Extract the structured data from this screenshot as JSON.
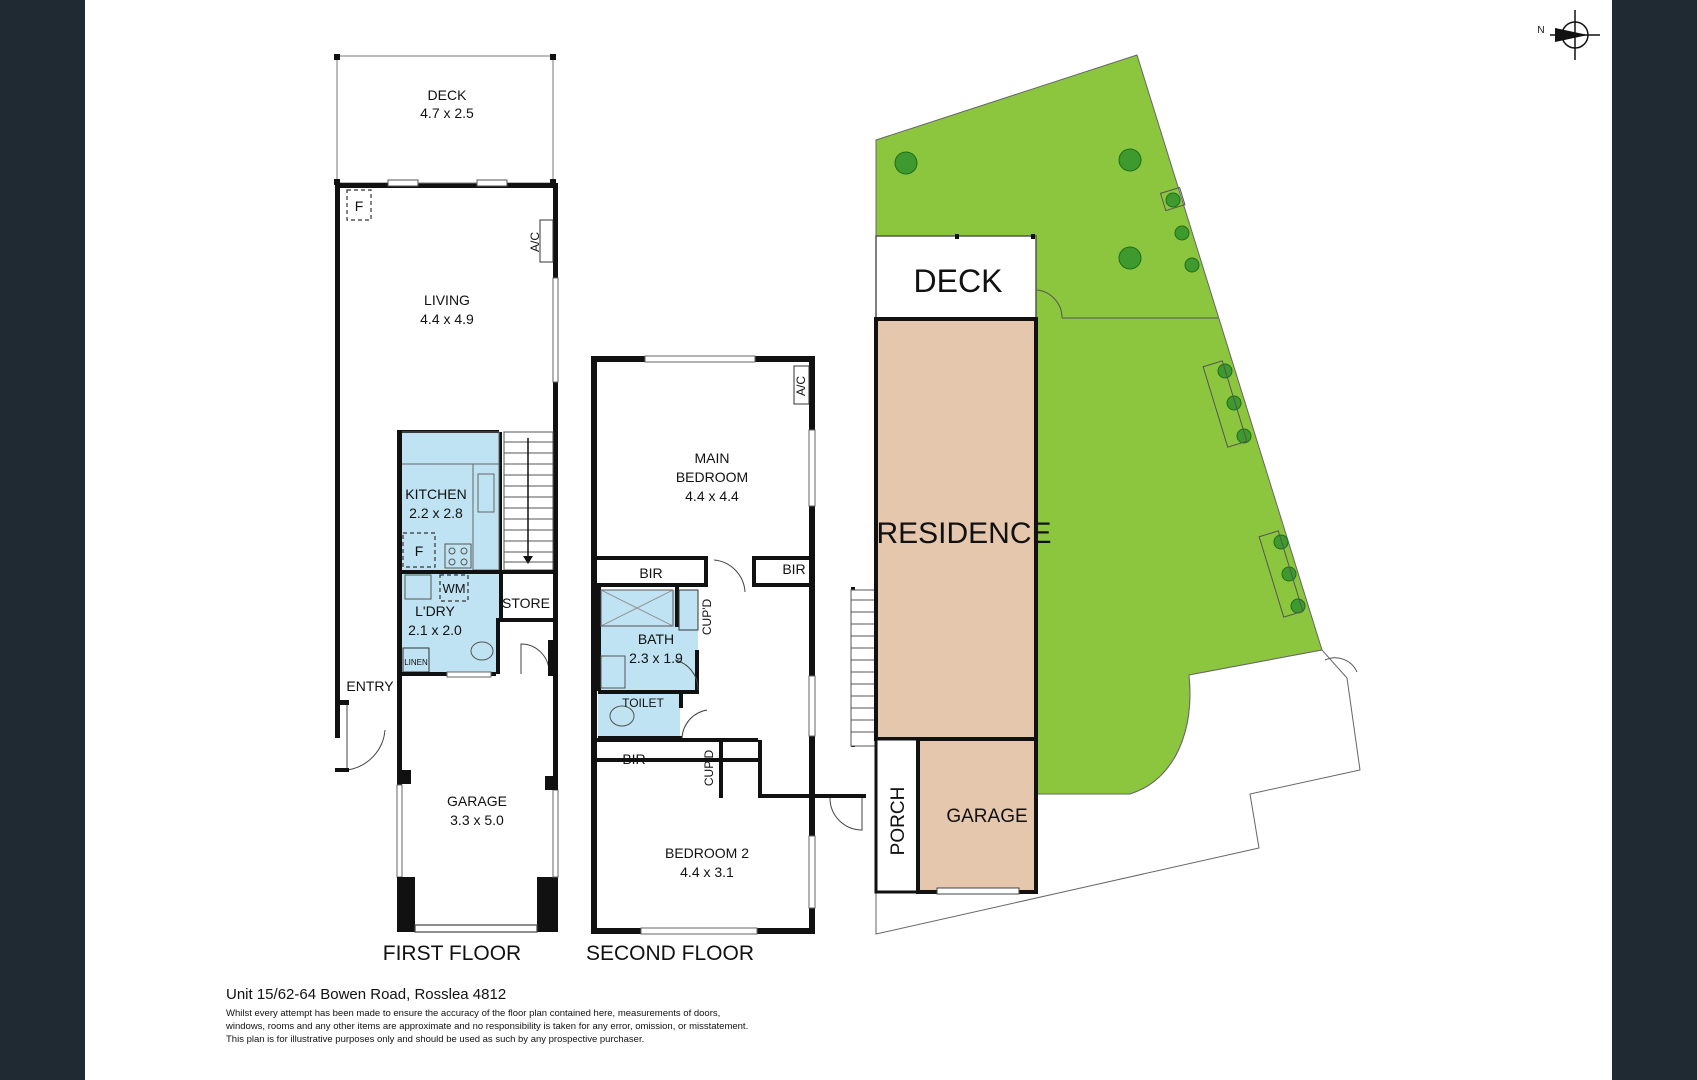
{
  "first_floor": {
    "title": "FIRST FLOOR",
    "rooms": {
      "deck": {
        "name": "DECK",
        "dims": "4.7 x 2.5"
      },
      "living": {
        "name": "LIVING",
        "dims": "4.4 x 4.9"
      },
      "kitchen": {
        "name": "KITCHEN",
        "dims": "2.2 x 2.8"
      },
      "laundry": {
        "name": "L'DRY",
        "dims": "2.1 x 2.0"
      },
      "garage": {
        "name": "GARAGE",
        "dims": "3.3 x 5.0"
      }
    },
    "labels": {
      "store": "STORE",
      "entry": "ENTRY",
      "linen": "LINEN",
      "wm": "WM",
      "fridge_1": "F",
      "fridge_2": "F",
      "ac": "A/C"
    }
  },
  "second_floor": {
    "title": "SECOND FLOOR",
    "rooms": {
      "main_bedroom": {
        "name_line1": "MAIN",
        "name_line2": "BEDROOM",
        "dims": "4.4 x 4.4"
      },
      "bath": {
        "name": "BATH",
        "dims": "2.3 x 1.9"
      },
      "bedroom2": {
        "name": "BEDROOM 2",
        "dims": "4.4 x 3.1"
      }
    },
    "labels": {
      "bir_1": "BIR",
      "bir_2": "BIR",
      "bir_3": "BIR",
      "cupd_1": "CUP'D",
      "cupd_2": "CUP'D",
      "toilet": "TOILET",
      "ac": "A/C"
    }
  },
  "site_plan": {
    "deck": "DECK",
    "residence": "RESIDENCE",
    "porch": "PORCH",
    "garage": "GARAGE",
    "north": "N"
  },
  "footer": {
    "address": "Unit 15/62-64 Bowen Road, Rosslea 4812",
    "disclaimer_lines": [
      "Whilst every attempt has been made to ensure the accuracy of the floor plan contained here, measurements of doors,",
      "windows, rooms and any other items are approximate and no responsibility is taken for any error, omission, or misstatement.",
      "This plan is for illustrative purposes only and should be used as such by any prospective purchaser."
    ]
  },
  "colors": {
    "wet_area": "#bfe3f2",
    "residence_fill": "#e5c7ad",
    "lawn": "#8cc63f",
    "background": "#1f2a33"
  }
}
